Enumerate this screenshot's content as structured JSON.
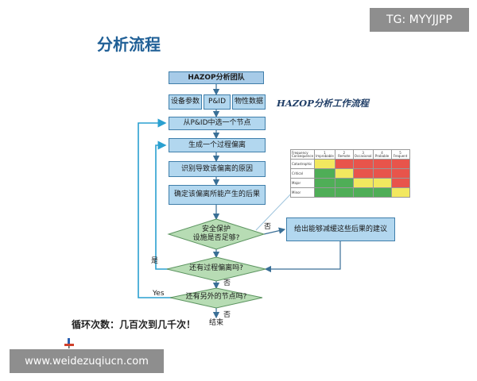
{
  "page_title": "分析流程",
  "tag_label": "TG: MYYJJPP",
  "watermark": "www.weidezuqiucn.com",
  "script_title": "HAZOP分析工作流程",
  "footer_note": "循环次数：几百次到几千次！",
  "flow": {
    "team": "HAZOP分析团队",
    "inputs": [
      "设备参数",
      "P&ID",
      "物性数据"
    ],
    "select_node": "从P&ID中选一个节点",
    "gen_deviation": "生成一个过程偏离",
    "identify_cause": "识别导致该偏离的原因",
    "determine_consequence": "确定该偏离所能产生的后果",
    "safeguard_q": [
      "安全保护",
      "设施是否足够?"
    ],
    "recommend": "给出能够减缓这些后果的建议",
    "more_deviation_q": "还有过程偏离吗?",
    "more_node_q": "还有另外的节点吗?",
    "end": "结束",
    "labels": {
      "no1": "否",
      "yes1": "是",
      "no2": "否",
      "yes2": "Yes",
      "no3": "否"
    }
  },
  "matrix": {
    "corner": [
      "Frequency",
      "Consequence"
    ],
    "columns": [
      {
        "num": "1",
        "label": "Improbable"
      },
      {
        "num": "2",
        "label": "Remote"
      },
      {
        "num": "3",
        "label": "Occasional"
      },
      {
        "num": "4",
        "label": "Probable"
      },
      {
        "num": "5",
        "label": "Frequent"
      }
    ],
    "rows": [
      {
        "label": "Catastrophic",
        "cells": [
          "#f2e85f",
          "#e8544b",
          "#e8544b",
          "#e8544b",
          "#e8544b"
        ]
      },
      {
        "label": "Critical",
        "cells": [
          "#4fae57",
          "#f2e85f",
          "#e8544b",
          "#e8544b",
          "#e8544b"
        ]
      },
      {
        "label": "Major",
        "cells": [
          "#4fae57",
          "#4fae57",
          "#f2e85f",
          "#f2e85f",
          "#e8544b"
        ]
      },
      {
        "label": "Minor",
        "cells": [
          "#4fae57",
          "#4fae57",
          "#4fae57",
          "#4fae57",
          "#f2e85f"
        ]
      }
    ]
  },
  "colors": {
    "title": "#1f5f96",
    "box_fill": "#b2d7ef",
    "box_border": "#3f7eaa",
    "arrow": "#3a6f96",
    "loop_line": "#2aa0d0",
    "diamond_fill": "#b7dcb4",
    "diamond_border": "#5c9460"
  }
}
